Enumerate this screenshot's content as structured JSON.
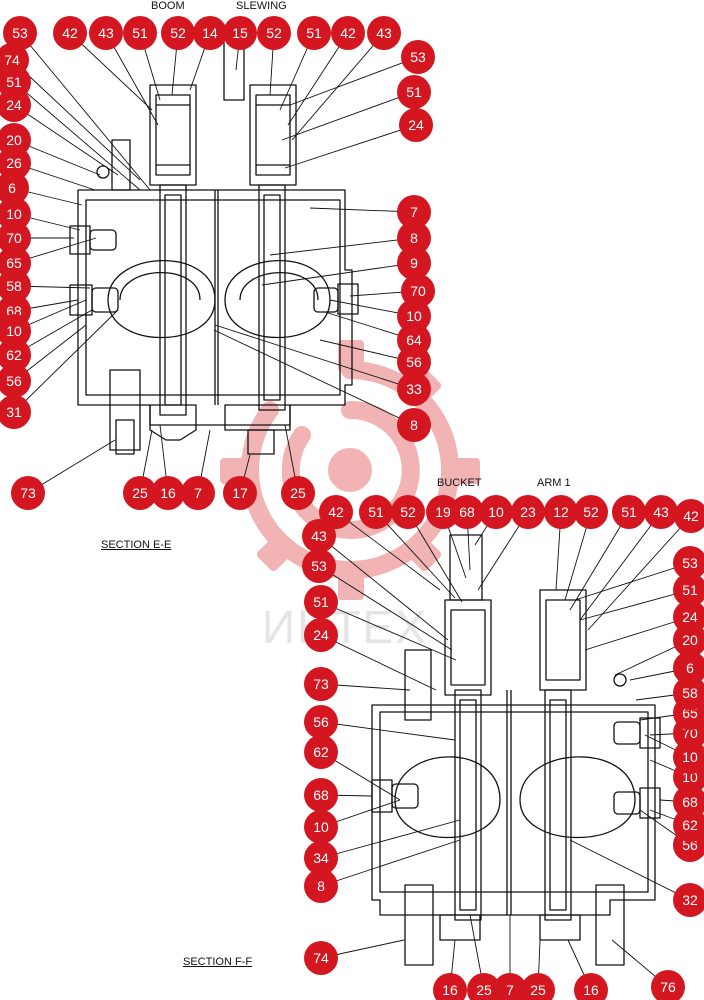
{
  "sections": {
    "e": {
      "title": "SECTION  E-E",
      "spool_labels": {
        "left": "BOOM",
        "right": "SLEWING"
      }
    },
    "f": {
      "title": "SECTION  F-F",
      "spool_labels": {
        "left": "BUCKET",
        "right": "ARM 1"
      }
    }
  },
  "watermark": {
    "text": "ИНТЕХ",
    "emblem": "gear-logo-watermark"
  },
  "colors": {
    "callout": "#d3161f",
    "line": "#111111",
    "watermark": "#f1b3b3",
    "watermark_text": "#d0d0d0"
  },
  "callouts_e": [
    "53",
    "42",
    "43",
    "51",
    "52",
    "14",
    "15",
    "52",
    "51",
    "42",
    "43",
    "74",
    "51",
    "24",
    "20",
    "26",
    "6",
    "10",
    "70",
    "65",
    "58",
    "68",
    "10",
    "62",
    "56",
    "31",
    "73",
    "25",
    "16",
    "7",
    "17",
    "25",
    "8",
    "33",
    "56",
    "64",
    "10",
    "70",
    "9",
    "8",
    "7",
    "24",
    "51",
    "53"
  ],
  "callouts_f": [
    "42",
    "51",
    "52",
    "19",
    "68",
    "10",
    "23",
    "12",
    "52",
    "51",
    "43",
    "42",
    "43",
    "53",
    "51",
    "24",
    "73",
    "56",
    "62",
    "68",
    "10",
    "34",
    "8",
    "74",
    "16",
    "25",
    "7",
    "25",
    "16",
    "76",
    "56",
    "62",
    "68",
    "10",
    "10",
    "70",
    "65",
    "58",
    "6",
    "20",
    "24",
    "51",
    "53",
    "32"
  ]
}
